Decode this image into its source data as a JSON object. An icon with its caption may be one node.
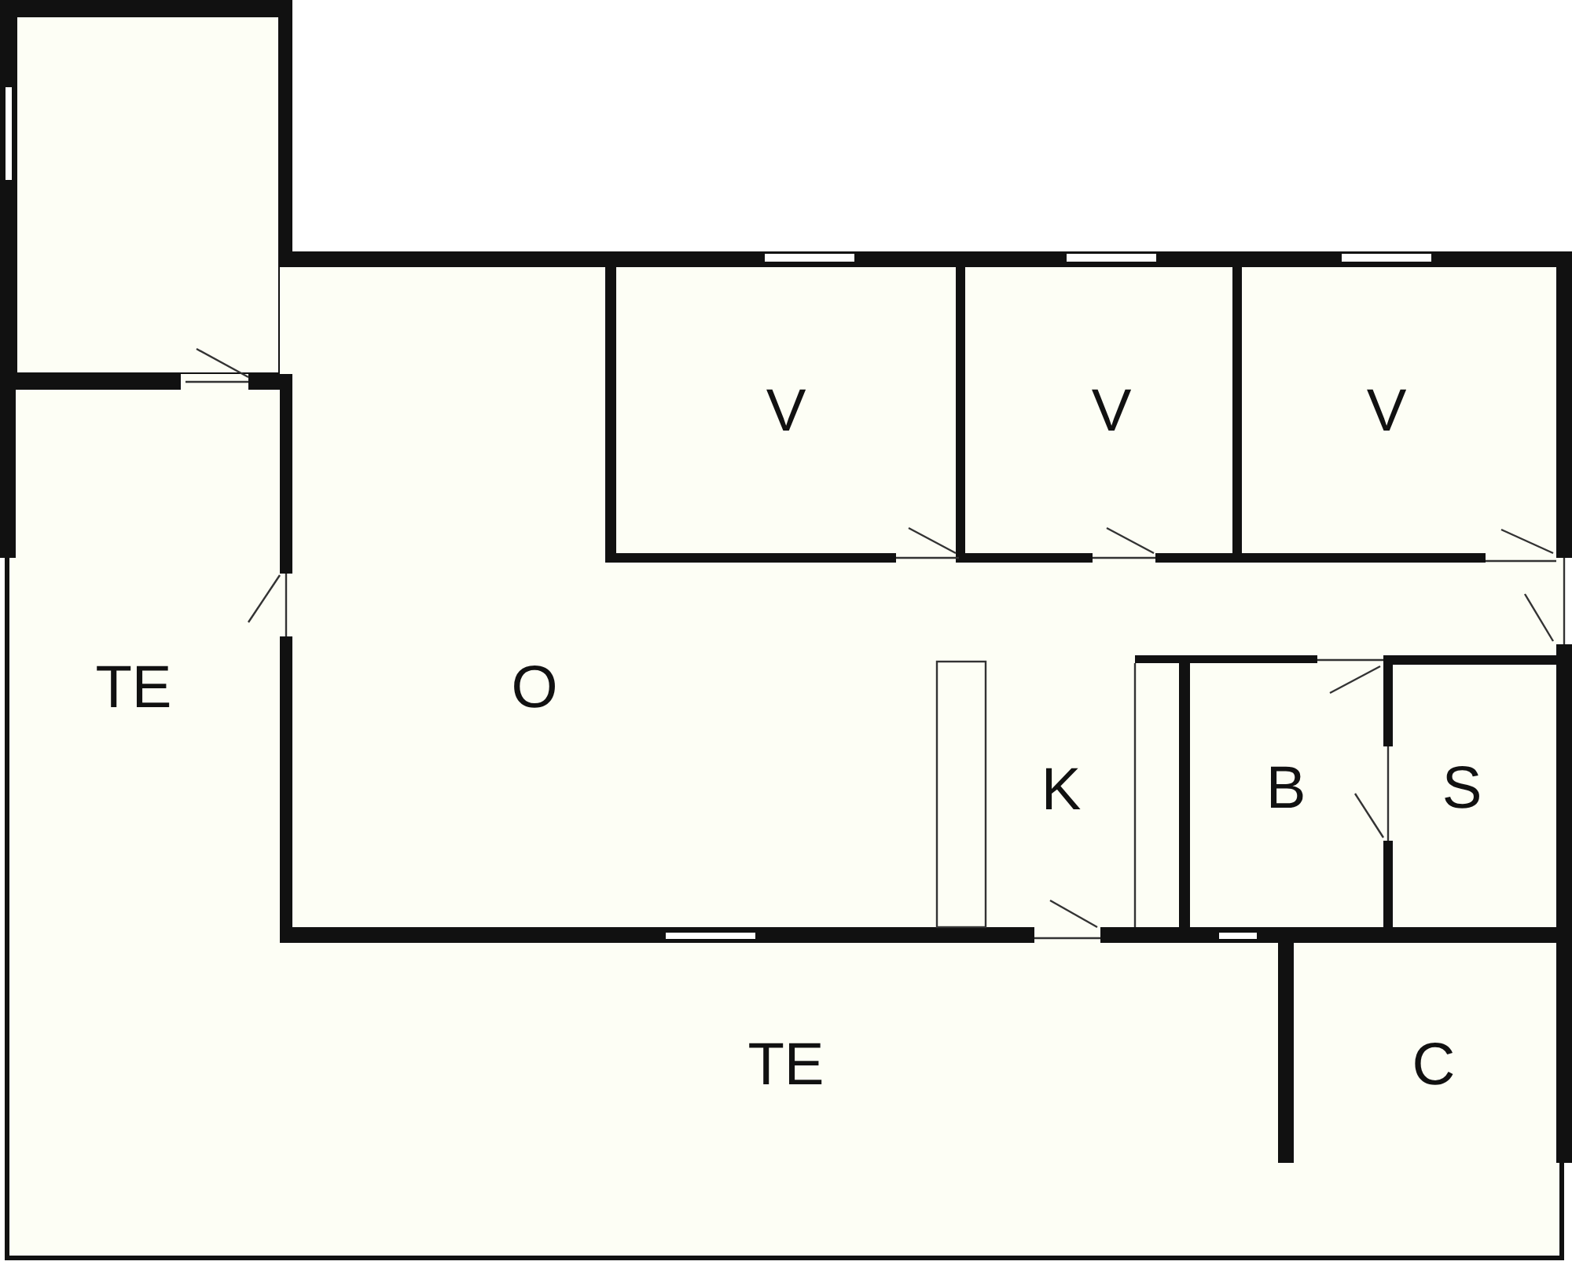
{
  "diagram": {
    "nodes": [
      {
        "text": [],
        "shape": "box"
      },
      {
        "text": [
          "V"
        ]
      },
      {
        "text": [
          "V"
        ]
      },
      {
        "text": [
          "V"
        ]
      },
      {
        "text": [
          "TE"
        ]
      },
      {
        "text": [
          "O"
        ]
      },
      {
        "text": [
          "K"
        ]
      },
      {
        "text": [
          "B"
        ]
      },
      {
        "text": [
          "S"
        ]
      },
      {
        "text": [
          "TE"
        ]
      },
      {
        "text": [
          "C"
        ]
      }
    ]
  }
}
